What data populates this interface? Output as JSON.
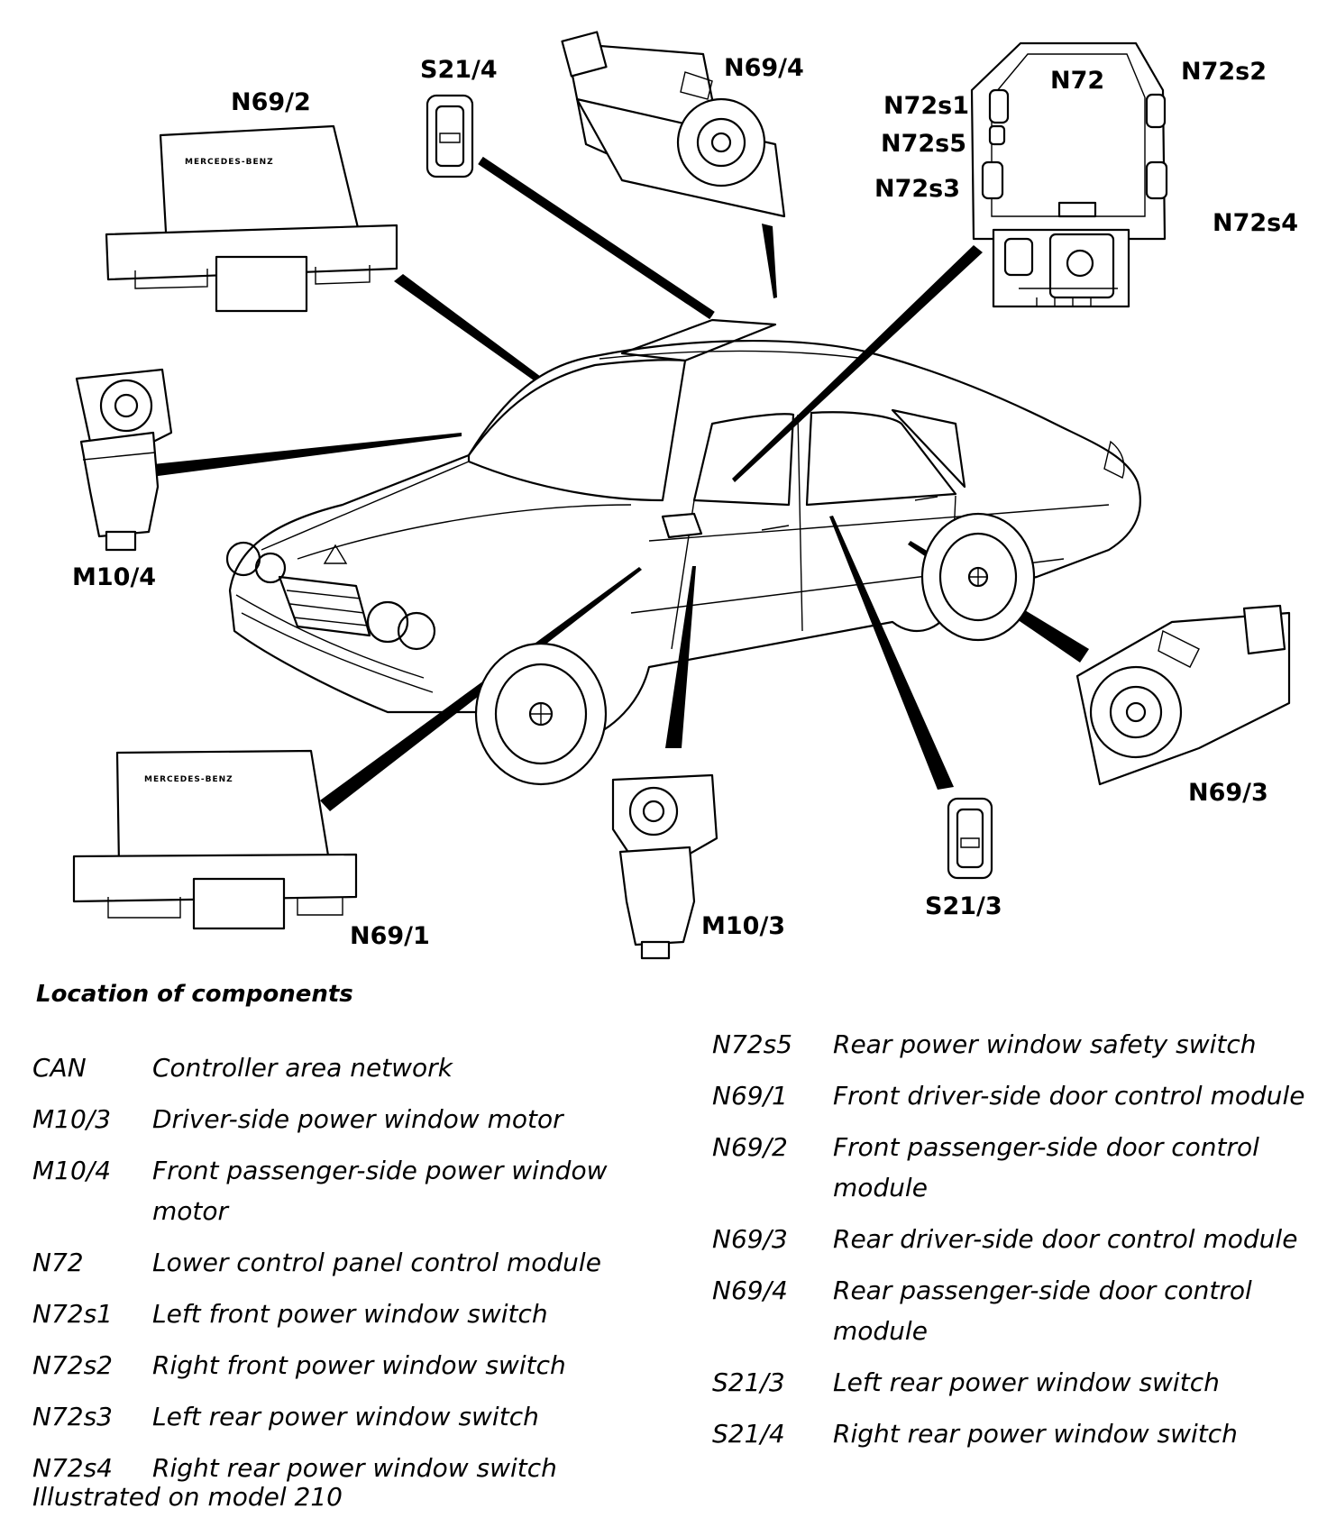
{
  "callouts": {
    "n69_2": "N69/2",
    "s21_4": "S21/4",
    "n69_4": "N69/4",
    "n72": "N72",
    "n72s2": "N72s2",
    "n72s1": "N72s1",
    "n72s5": "N72s5",
    "n72s3": "N72s3",
    "n72s4": "N72s4",
    "m10_4": "M10/4",
    "n69_3": "N69/3",
    "n69_1": "N69/1",
    "m10_3": "M10/3",
    "s21_3": "S21/3"
  },
  "module_brand": "MERCEDES-BENZ",
  "legend": {
    "title": "Location of components",
    "left": [
      {
        "code": "CAN",
        "desc": "Controller area network"
      },
      {
        "code": "M10/3",
        "desc": "Driver-side power window motor"
      },
      {
        "code": "M10/4",
        "desc": "Front passenger-side power window motor"
      },
      {
        "code": "N72",
        "desc": "Lower control panel control module"
      },
      {
        "code": "N72s1",
        "desc": "Left front power window switch"
      },
      {
        "code": "N72s2",
        "desc": "Right front power window switch"
      },
      {
        "code": "N72s3",
        "desc": "Left rear power window switch"
      },
      {
        "code": "N72s4",
        "desc": "Right rear power window switch"
      }
    ],
    "right": [
      {
        "code": "N72s5",
        "desc": "Rear power window safety switch"
      },
      {
        "code": "N69/1",
        "desc": "Front driver-side door control module"
      },
      {
        "code": "N69/2",
        "desc": "Front passenger-side door control module"
      },
      {
        "code": "N69/3",
        "desc": "Rear driver-side door control module"
      },
      {
        "code": "N69/4",
        "desc": "Rear passenger-side door control module"
      },
      {
        "code": "S21/3",
        "desc": "Left rear power window switch"
      },
      {
        "code": "S21/4",
        "desc": "Right rear power window switch"
      }
    ]
  },
  "footnote": "Illustrated on model 210"
}
